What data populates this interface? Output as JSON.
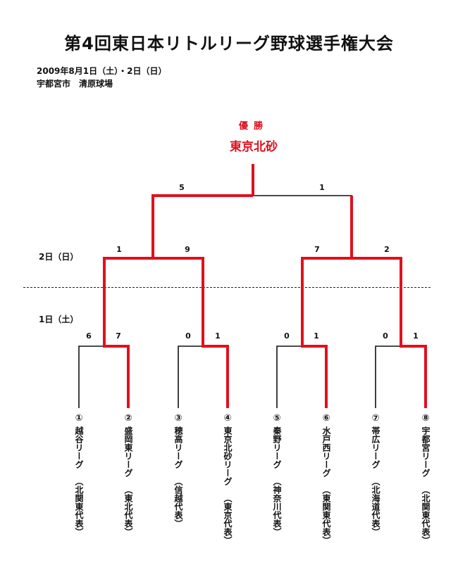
{
  "title": "第4回東日本リトルリーグ野球選手権大会",
  "date": "2009年8月1日（土）・2日（日）",
  "venue": "宇都宮市　清原球場",
  "winner": {
    "label": "優勝",
    "team": "東京北砂"
  },
  "days": {
    "day2": "2日（日）",
    "day1": "1日（土）"
  },
  "colors": {
    "winner_path": "#e0101e",
    "line": "#111111"
  },
  "teams": [
    {
      "num": "①",
      "name": "越谷リーグ",
      "region": "（北関東代表）"
    },
    {
      "num": "②",
      "name": "盛岡東リーグ",
      "region": "（東北代表）"
    },
    {
      "num": "③",
      "name": "穂高リーグ",
      "region": "（信越代表）"
    },
    {
      "num": "④",
      "name": "東京北砂リーグ",
      "region": "（東京代表）"
    },
    {
      "num": "⑤",
      "name": "秦野リーグ",
      "region": "（神奈川代表）"
    },
    {
      "num": "⑥",
      "name": "水戸西リーグ",
      "region": "（東関東代表）"
    },
    {
      "num": "⑦",
      "name": "帯広リーグ",
      "region": "（北海道代表）"
    },
    {
      "num": "⑧",
      "name": "宇都宮リーグ",
      "region": "（北関東代表）"
    }
  ],
  "scores": {
    "r1": [
      {
        "left": "6",
        "right": "7"
      },
      {
        "left": "0",
        "right": "1"
      },
      {
        "left": "0",
        "right": "1"
      },
      {
        "left": "0",
        "right": "1"
      }
    ],
    "semi": [
      {
        "left": "1",
        "right": "9"
      },
      {
        "left": "7",
        "right": "2"
      }
    ],
    "final": {
      "left": "5",
      "right": "1"
    }
  }
}
